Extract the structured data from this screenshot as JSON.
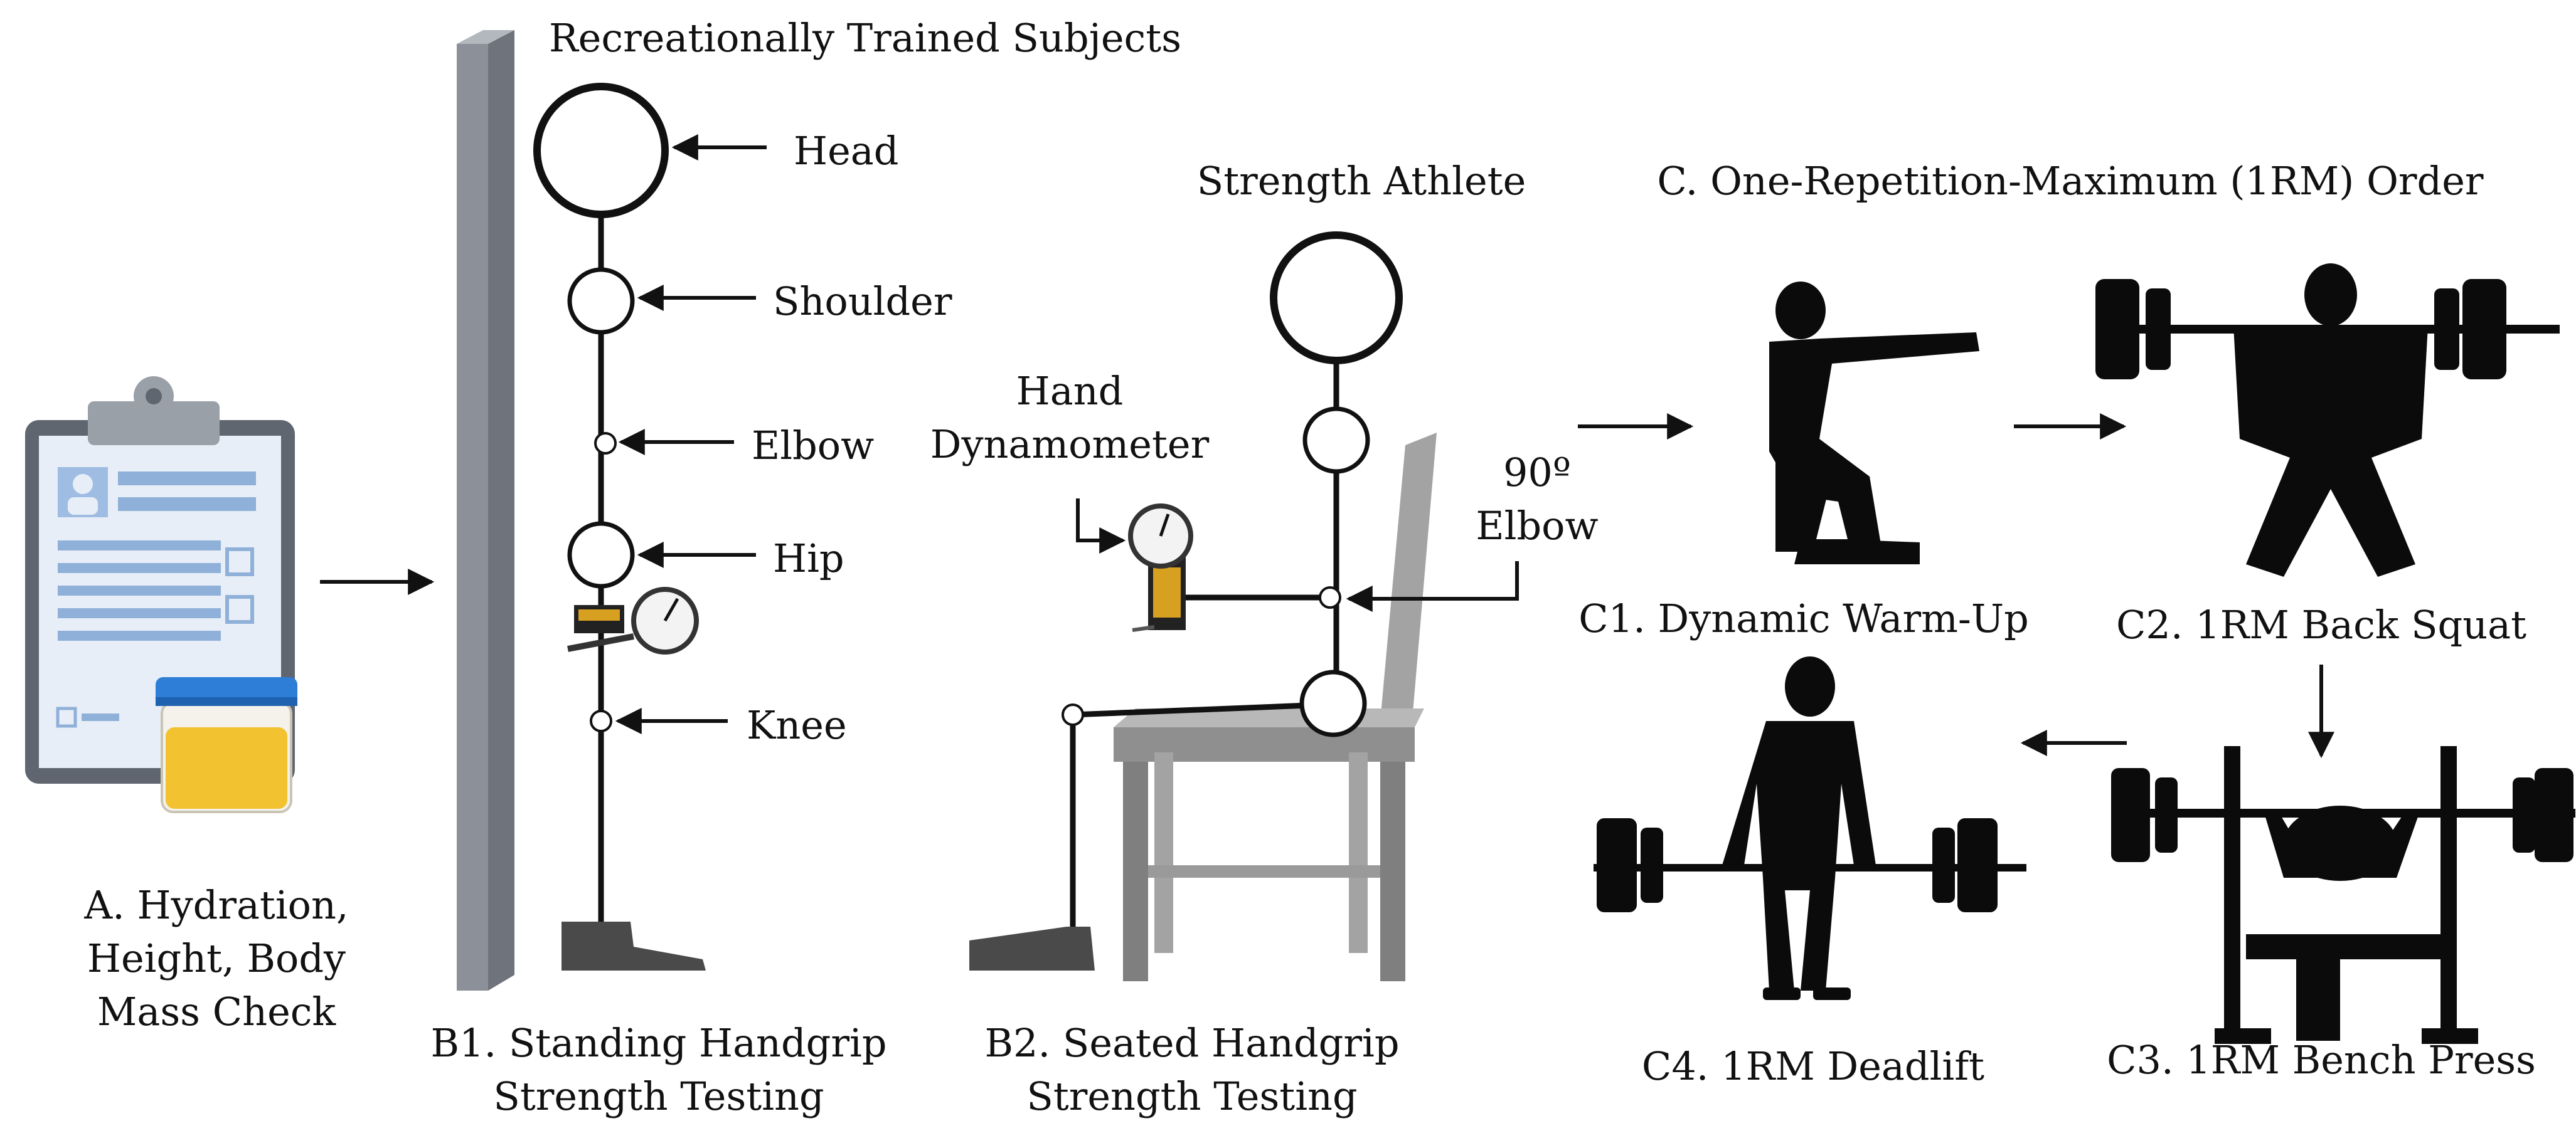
{
  "colors": {
    "ink": "#111111",
    "pole": "#8c9199",
    "pole_dark": "#6f747c",
    "clipboard": "#5f6670",
    "paper": "#e7eef7",
    "form_blue": "#8fb0d8",
    "cup_lid": "#2e7dd6",
    "urine": "#f2c230",
    "chair": "#a3a3a3",
    "chair_dark": "#7f7f7f",
    "shoe": "#4a4a4a",
    "silhouette": "#0b0b0b"
  },
  "section_a": {
    "caption_lines": [
      "A. Hydration,",
      "Height, Body",
      "Mass Check"
    ]
  },
  "section_b1": {
    "title": "Recreationally Trained Subjects",
    "labels": {
      "head": "Head",
      "shoulder": "Shoulder",
      "elbow": "Elbow",
      "hip": "Hip",
      "knee": "Knee"
    },
    "caption_lines": [
      "B1. Standing Handgrip",
      "Strength Testing"
    ]
  },
  "section_b2": {
    "title": "Strength Athlete",
    "dynamometer_lines": [
      "Hand",
      "Dynamometer"
    ],
    "elbow_lines": [
      "90º",
      "Elbow"
    ],
    "caption_lines": [
      "B2. Seated Handgrip",
      "Strength Testing"
    ]
  },
  "section_c": {
    "title": "C. One-Repetition-Maximum (1RM) Order",
    "c1": "C1. Dynamic Warm-Up",
    "c2": "C2. 1RM Back Squat",
    "c3": "C3. 1RM Bench Press",
    "c4": "C4. 1RM Deadlift"
  },
  "icons": {
    "clipboard": "clipboard-icon",
    "specimen_cup": "specimen-cup-icon",
    "dynamometer": "hand-dynamometer-icon",
    "chair": "chair-icon",
    "shoe": "shoe-icon"
  }
}
